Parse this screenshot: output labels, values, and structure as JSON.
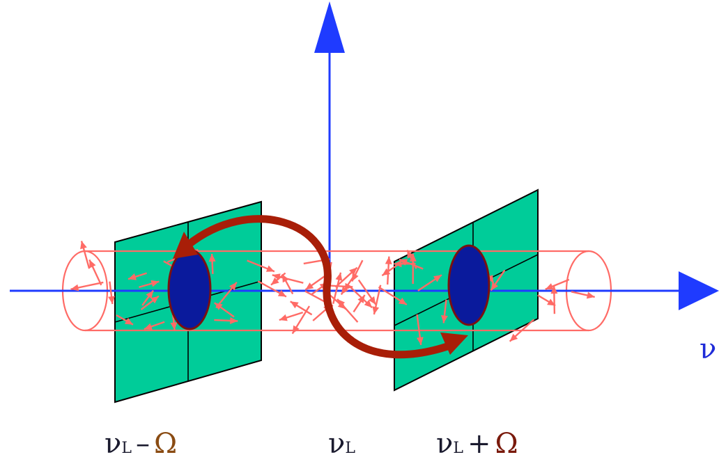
{
  "colors": {
    "axis": "#1f3bff",
    "plane_fill": "#00cc99",
    "cylinder": "#ff6b66",
    "dipole_fill": "#0a1a9c",
    "dipole_stroke": "#7a1010",
    "exchange_arrow": "#a81e08",
    "omega_minus": "#8a4b12",
    "omega_plus": "#7a1a0c"
  },
  "icons": {
    "vertical_axis": "arrow-up-icon",
    "horizontal_axis": "arrow-right-icon",
    "exchange": "curved-arrow-icon"
  },
  "axis_label": "ν",
  "labels": [
    {
      "name": "left",
      "nu": "ν",
      "sub": "L",
      "op": "–",
      "omega": "Ω"
    },
    {
      "name": "center",
      "nu": "ν",
      "sub": "L",
      "op": "",
      "omega": ""
    },
    {
      "name": "right",
      "nu": "ν",
      "sub": "L",
      "op": "+",
      "omega": "Ω"
    }
  ]
}
